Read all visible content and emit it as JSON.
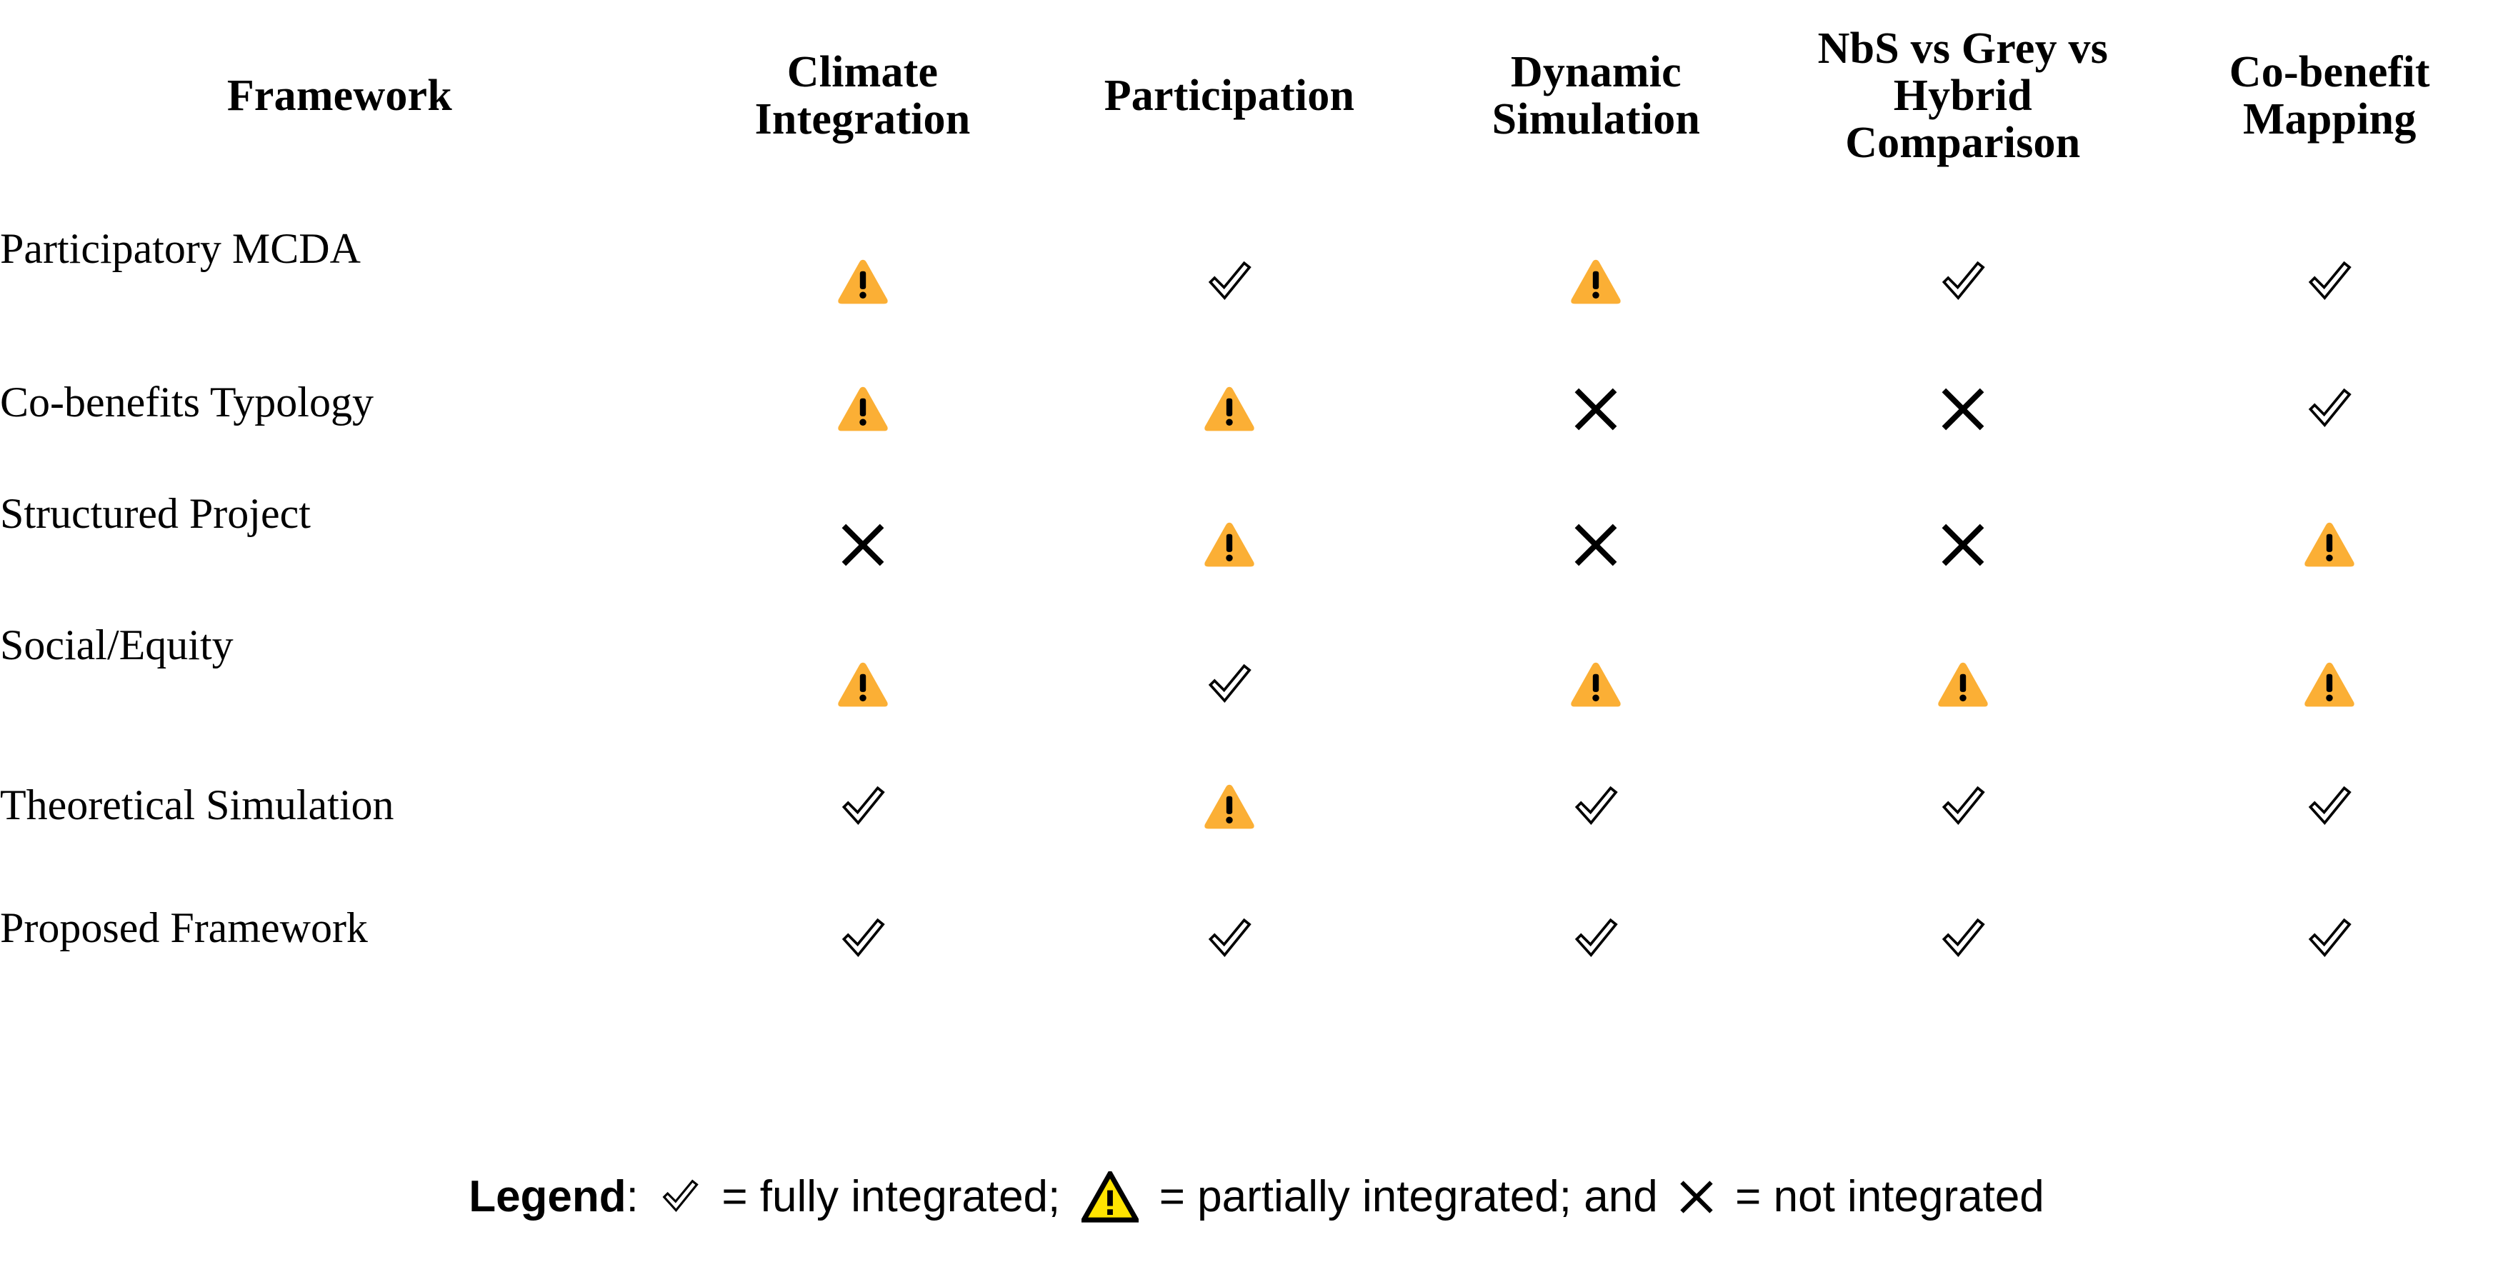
{
  "table": {
    "columns": [
      {
        "id": "framework",
        "label": "Framework"
      },
      {
        "id": "climate",
        "label": "Climate Integration"
      },
      {
        "id": "participation",
        "label": "Participation"
      },
      {
        "id": "dynamic",
        "label": "Dynamic Simulation"
      },
      {
        "id": "nbs",
        "label": "NbS vs Grey vs Hybrid Comparison"
      },
      {
        "id": "cobenefit",
        "label": "Co-benefit Mapping"
      }
    ],
    "rows": [
      {
        "label": "Participatory MCDA",
        "cells": [
          "partial",
          "full",
          "partial",
          "full",
          "full"
        ]
      },
      {
        "label": "Co-benefits Typology",
        "cells": [
          "partial",
          "partial",
          "none",
          "none",
          "full"
        ]
      },
      {
        "label": "Structured Project",
        "cells": [
          "none",
          "partial",
          "none",
          "none",
          "partial"
        ]
      },
      {
        "label": "Social/Equity",
        "cells": [
          "partial",
          "full",
          "partial",
          "partial",
          "partial"
        ]
      },
      {
        "label": "Theoretical Simulation",
        "cells": [
          "full",
          "partial",
          "full",
          "full",
          "full"
        ]
      },
      {
        "label": "Proposed Framework",
        "cells": [
          "full",
          "full",
          "full",
          "full",
          "full"
        ]
      }
    ]
  },
  "legend": {
    "label": "Legend",
    "after_label": ":",
    "full_text": "= fully integrated;",
    "partial_text": "= partially integrated; and",
    "none_text": "= not integrated",
    "icons": {
      "full": "check-outline-icon",
      "partial": "warning-triangle-icon",
      "none": "heavy-multiplication-x-icon"
    }
  },
  "colors": {
    "warning_fill": "#FBAF35",
    "legend_warning_fill": "#FFE400",
    "legend_warning_stroke": "#000000",
    "ink": "#000000",
    "background": "#FFFFFF"
  },
  "status_meaning": {
    "full": "fully integrated",
    "partial": "partially integrated",
    "none": "not integrated"
  }
}
